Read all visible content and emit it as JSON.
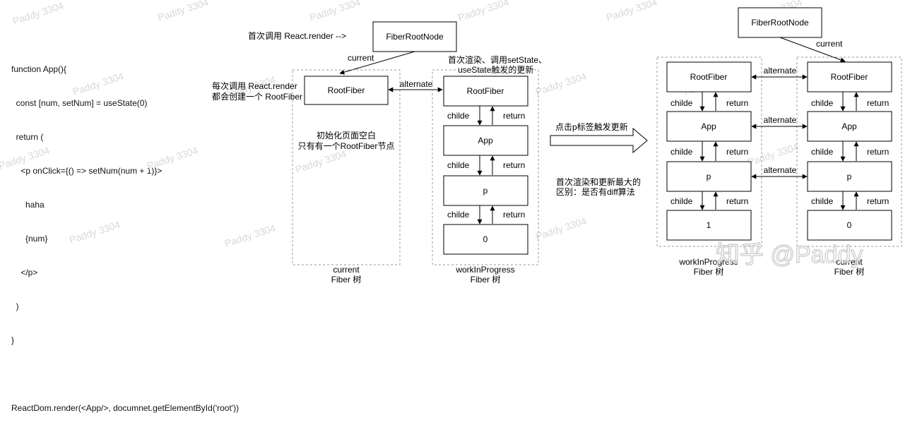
{
  "code": {
    "lines": [
      "function App(){",
      "  const [num, setNum] = useState(0)",
      "  return (",
      "    <p onClick={() => setNum(num + 1)}>",
      "      haha",
      "      {num}",
      "    </p>",
      "  )",
      "}",
      "",
      "ReactDom.render(<App/>, documnet.getElementById('root'))"
    ]
  },
  "left": {
    "first_call": "首次调用 React.render  -->",
    "root_node": "FiberRootNode",
    "current_label": "current",
    "each_call_1": "每次调用 React.render",
    "each_call_2": "都会创建一个 RootFiber",
    "root_fiber": "RootFiber",
    "alternate": "alternate",
    "init_1": "初始化页面空白",
    "init_2": "只有有一个RootFiber节点",
    "first_render_1": "首次渲染、调用setState、",
    "first_render_2": "useState触发的更新",
    "wip_nodes": [
      "RootFiber",
      "App",
      "p",
      "0"
    ],
    "childe": "childe",
    "return": "return",
    "current_tree_1": "current",
    "current_tree_2": "Fiber 树",
    "wip_tree_1": "workInProgress",
    "wip_tree_2": "Fiber 树"
  },
  "middle": {
    "click_update": "点击p标签触发更新",
    "diff_1": "首次渲染和更新最大的",
    "diff_2": "区别：是否有diff算法"
  },
  "right": {
    "root_node": "FiberRootNode",
    "current_label": "current",
    "wip_nodes": [
      "RootFiber",
      "App",
      "p",
      "1"
    ],
    "cur_nodes": [
      "RootFiber",
      "App",
      "p",
      "0"
    ],
    "alternate": "alternate",
    "childe": "childe",
    "return": "return",
    "wip_tree_1": "workInProgress",
    "wip_tree_2": "Fiber 树",
    "cur_tree_1": "current",
    "cur_tree_2": "Fiber 树"
  },
  "watermark": {
    "repeat": "Paddy 3304",
    "brand": "知乎 @Paddy"
  }
}
